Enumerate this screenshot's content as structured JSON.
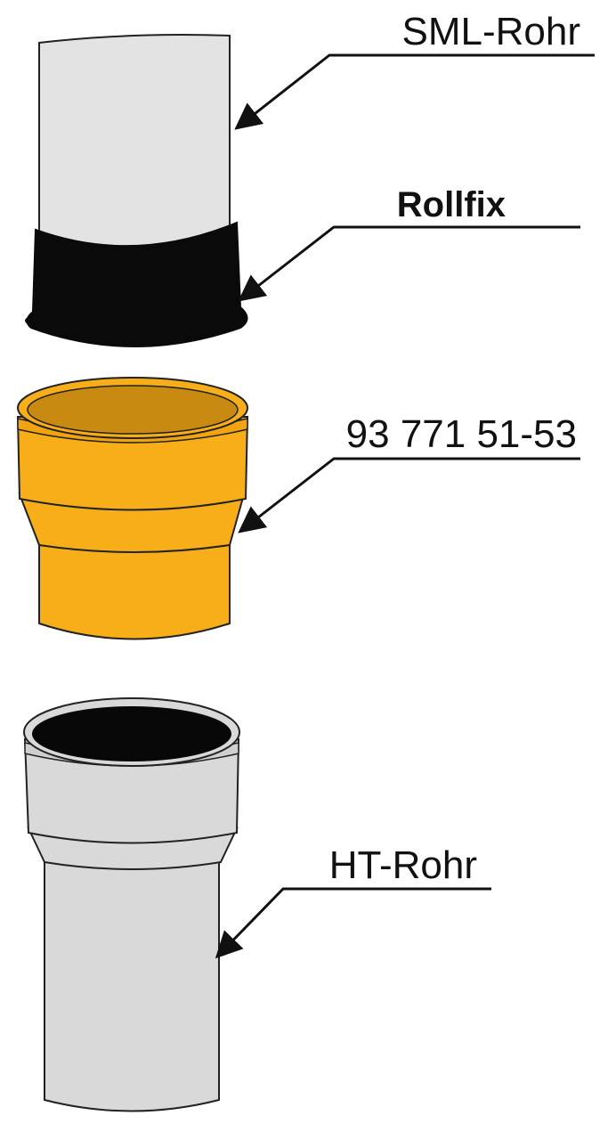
{
  "labels": {
    "sml_pipe": "SML-Rohr",
    "rollfix": "Rollfix",
    "adapter": "93 771 51-53",
    "ht_pipe": "HT-Rohr"
  },
  "colors": {
    "sml_pipe": "#e3e3e3",
    "rollfix": "#0a0a0a",
    "adapter": "#f7ae18",
    "adapter_inner": "#c88a10",
    "ht_pipe": "#d9d9d9",
    "ht_inner": "#080808",
    "outline": "#222222",
    "leader": "#111111"
  }
}
